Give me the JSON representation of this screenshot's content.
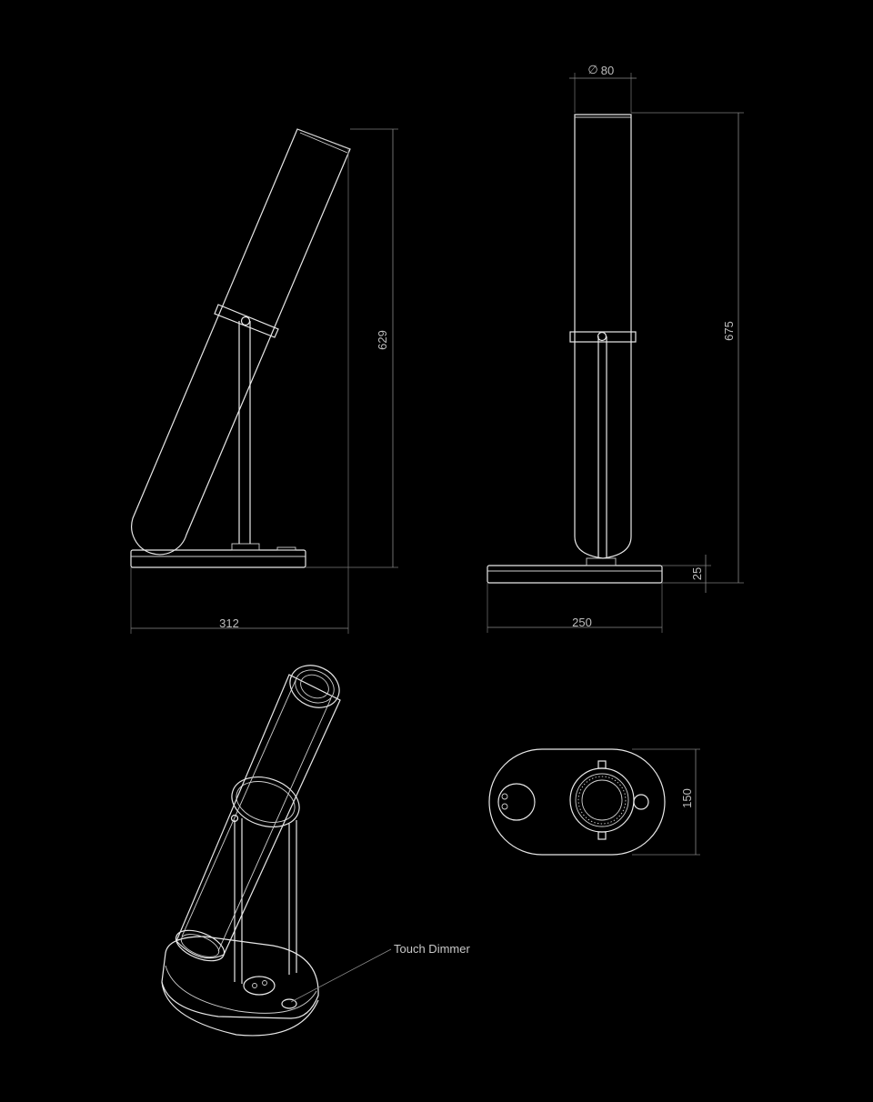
{
  "dimensions": {
    "side_height": "629",
    "side_width": "312",
    "front_diameter_symbol": "∅",
    "front_diameter": "80",
    "front_height": "675",
    "base_thickness": "25",
    "base_width": "250",
    "top_depth": "150"
  },
  "annotations": {
    "touch_dimmer": "Touch Dimmer"
  }
}
